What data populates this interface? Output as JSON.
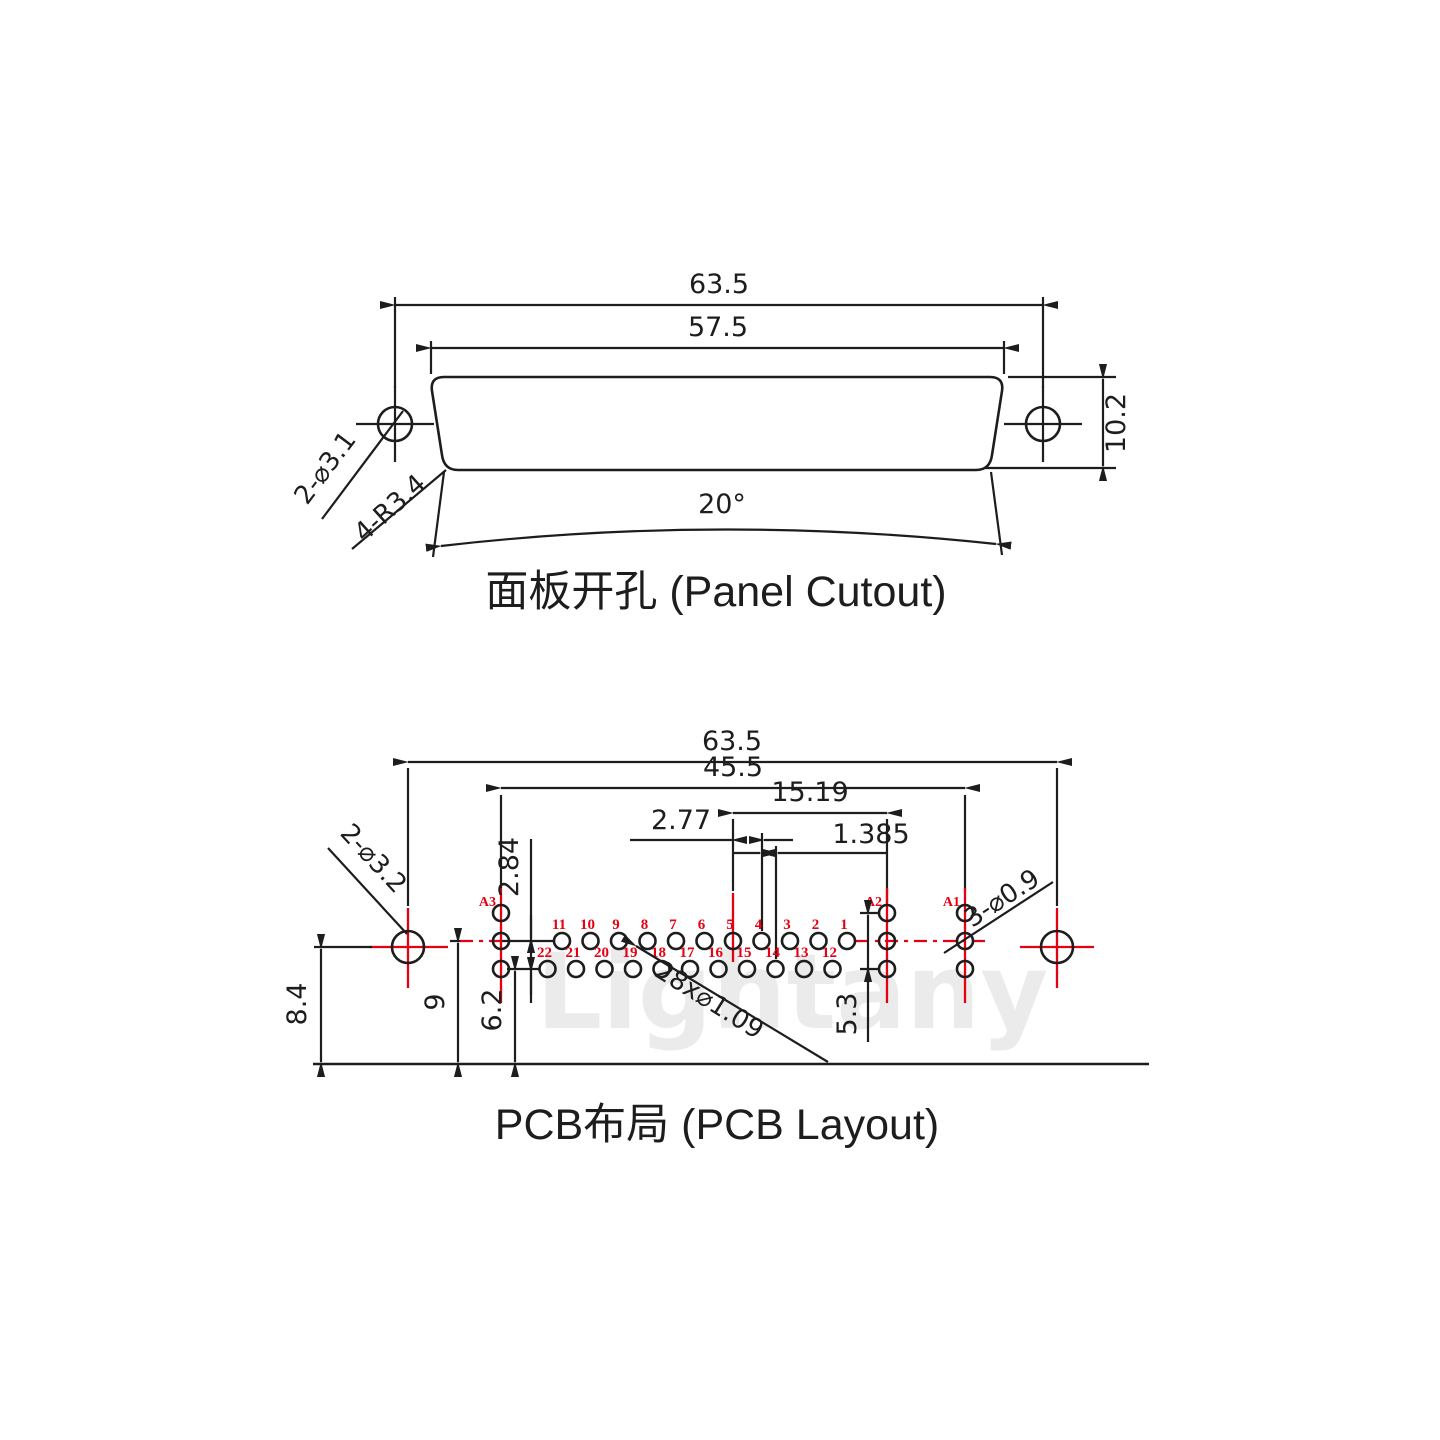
{
  "watermark": "Lightany",
  "panel_cutout": {
    "title": "面板开孔 (Panel Cutout)",
    "dim_outer_width": "63.5",
    "dim_inner_width": "57.5",
    "dim_height": "10.2",
    "dim_angle": "20°",
    "label_holes": "2-⌀3.1",
    "label_corner_radius": "4-R3.4"
  },
  "pcb_layout": {
    "title": "PCB布局 (PCB Layout)",
    "dim_outer_width": "63.5",
    "dim_inner_width": "45.5",
    "dim_coax_span": "15.19",
    "dim_pin_pitch": "2.77",
    "dim_row_offset": "1.385",
    "dim_row_gap": "2.84",
    "dim_hole_to_edge": "8.4",
    "dim_row1_to_edge": "9",
    "dim_row2_to_edge": "6.2",
    "dim_coax_gap": "5.3",
    "label_mount_holes": "2-⌀3.2",
    "label_coax_holes": "3-⌀0.9",
    "label_signal_holes": "28x⌀1.09",
    "coax_pins": [
      "A3",
      "A2",
      "A1"
    ],
    "pins_row1": [
      "11",
      "10",
      "9",
      "8",
      "7",
      "6",
      "5",
      "4",
      "3",
      "2",
      "1"
    ],
    "pins_row2": [
      "22",
      "21",
      "20",
      "19",
      "18",
      "17",
      "16",
      "15",
      "14",
      "13",
      "12"
    ]
  }
}
